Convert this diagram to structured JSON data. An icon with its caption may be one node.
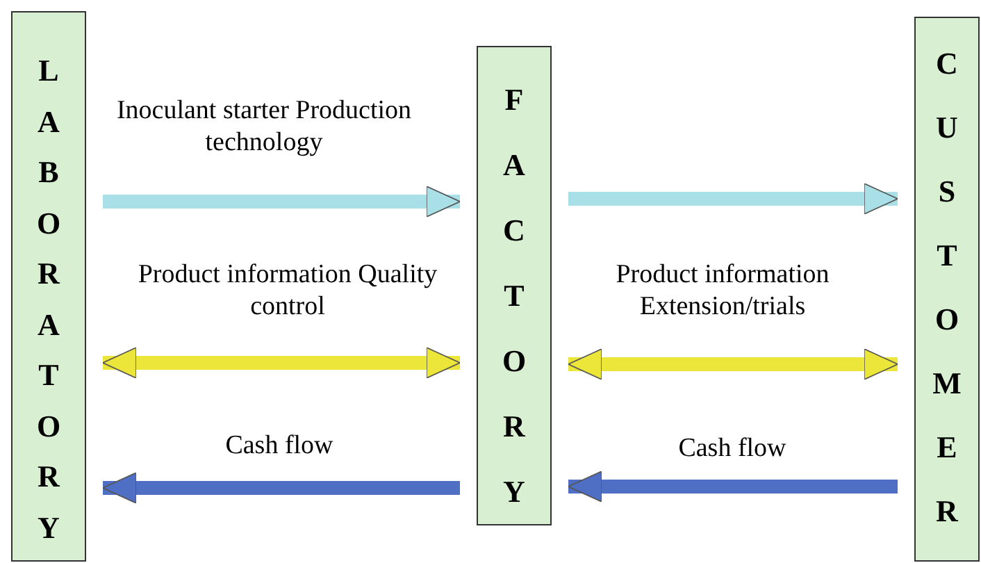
{
  "diagram": {
    "nodes": [
      {
        "text": [
          "LABORATORY"
        ]
      },
      {
        "text": [
          "FACTORY"
        ]
      },
      {
        "text": [
          "CUSTOMER"
        ]
      }
    ],
    "edges": [
      {
        "from": 0,
        "to": 1,
        "arrow": "to",
        "label": "Inoculant starter Production technology",
        "color": "#a9dfe6"
      },
      {
        "from": 1,
        "to": 2,
        "arrow": "to",
        "color": "#a9dfe6"
      },
      {
        "from": 0,
        "to": 1,
        "arrow": "both",
        "label": "Product information Quality control",
        "color": "#ece63a"
      },
      {
        "from": 1,
        "to": 2,
        "arrow": "both",
        "label": "Product information Extension/trials",
        "color": "#ece63a"
      },
      {
        "from": 1,
        "to": 0,
        "arrow": "to",
        "label": "Cash flow",
        "color": "#4f6fc4"
      },
      {
        "from": 2,
        "to": 1,
        "arrow": "to",
        "label": "Cash flow",
        "color": "#4f6fc4"
      }
    ]
  }
}
